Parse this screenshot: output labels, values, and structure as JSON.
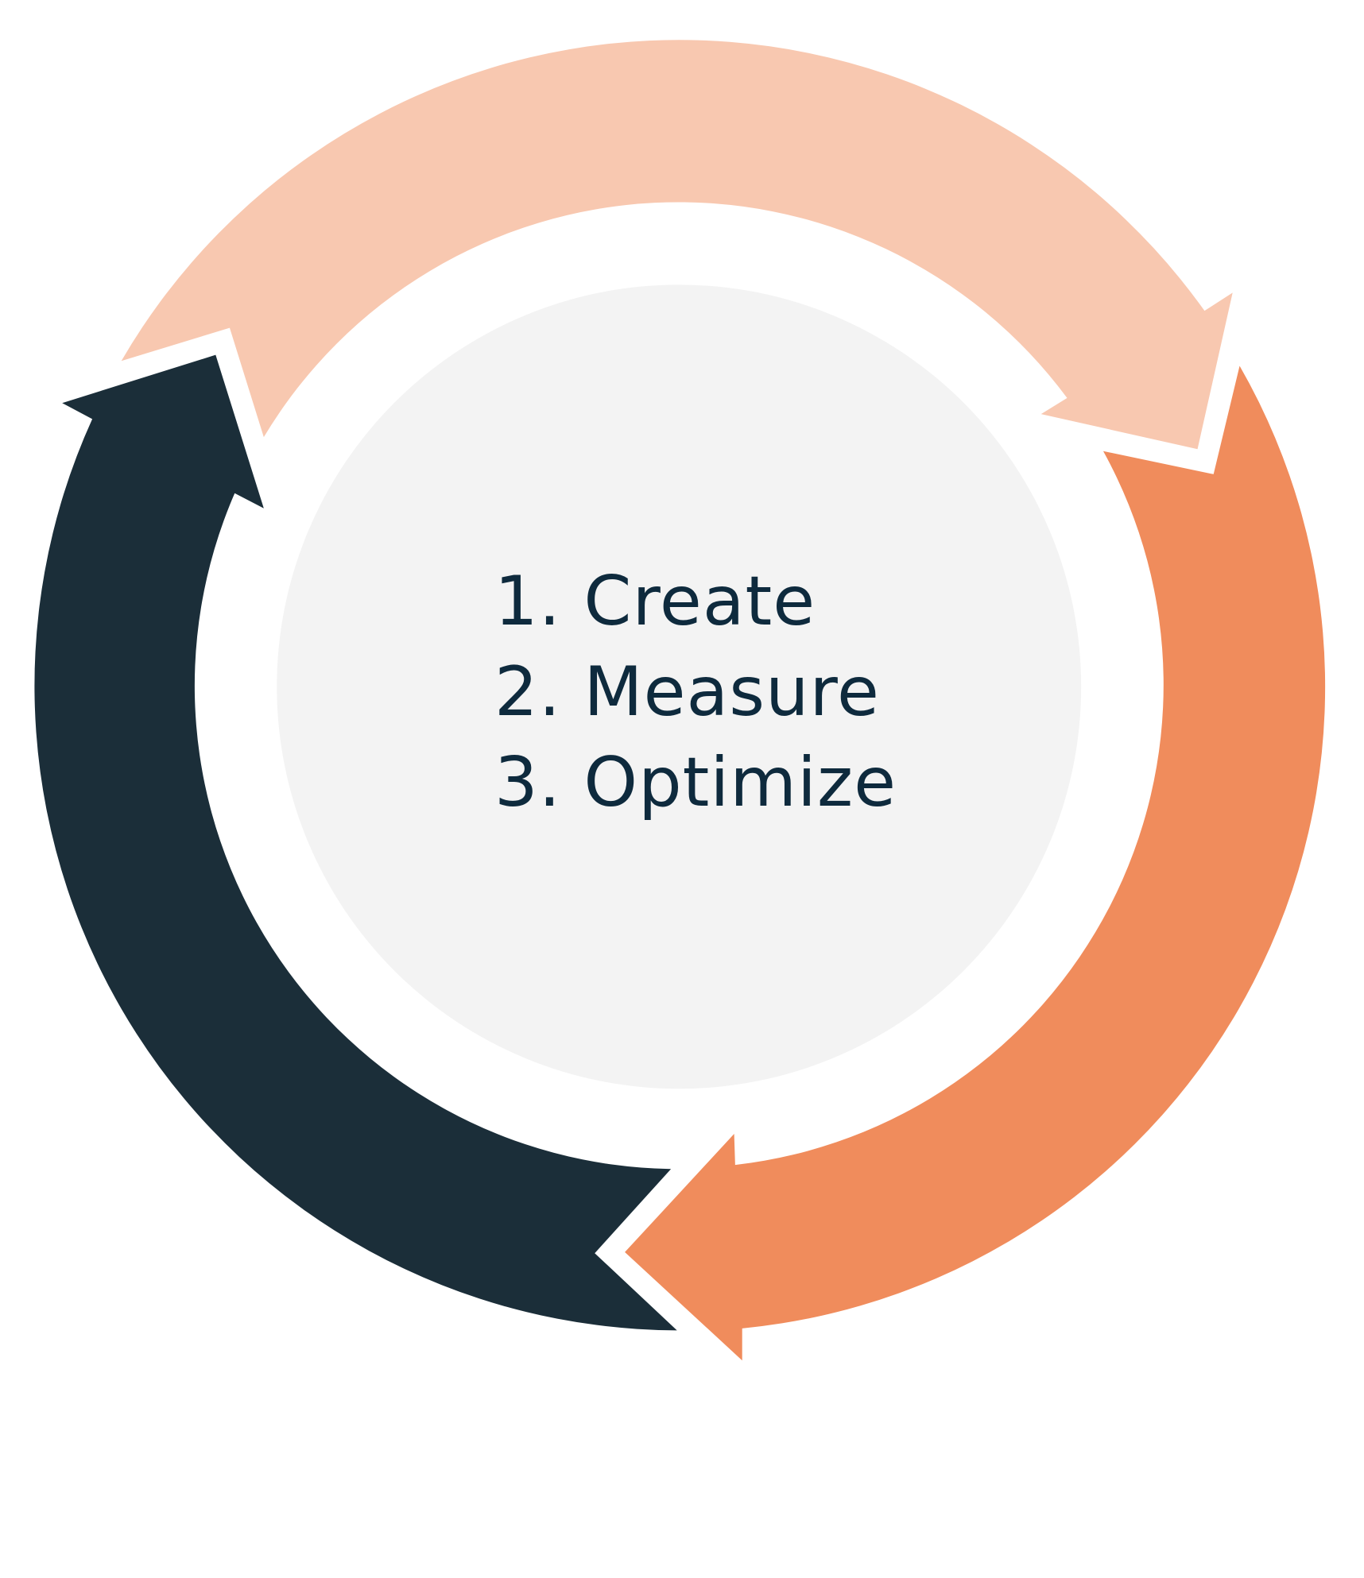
{
  "colors": {
    "create_arrow": "#f8c8b0",
    "measure_arrow": "#f08c5c",
    "optimize_arrow": "#1b2e39",
    "center_circle": "#f3f3f3",
    "text": "#0e2a3d"
  },
  "steps": [
    {
      "label": "1. Create"
    },
    {
      "label": "2. Measure"
    },
    {
      "label": "3. Optimize"
    }
  ]
}
